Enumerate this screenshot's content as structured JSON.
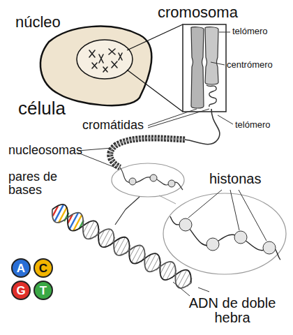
{
  "diagram": {
    "nodes": [
      {
        "text": [
          "A"
        ]
      },
      {
        "text": [
          "C"
        ]
      },
      {
        "text": [
          "G"
        ]
      },
      {
        "text": [
          "T"
        ]
      }
    ],
    "labels": [
      "núcleo",
      "célula",
      "cromosoma",
      "telómero",
      "centrómero",
      "cromátidas",
      "telómero",
      "nucleosomas",
      "pares de bases",
      "histonas",
      "ADN de doble hebra"
    ]
  }
}
